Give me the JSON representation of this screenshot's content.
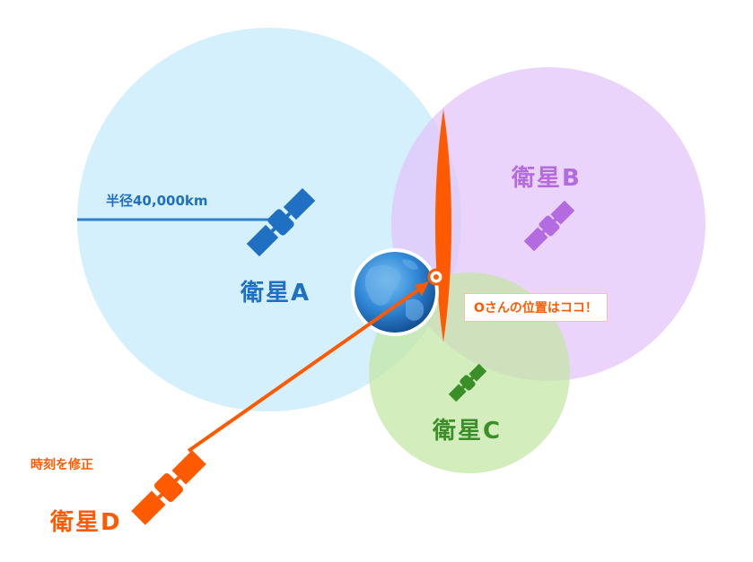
{
  "satellites": {
    "a": {
      "label": "衛星A",
      "color": "#1f6fc2",
      "icon": "satellite-icon"
    },
    "b": {
      "label": "衛星B",
      "color": "#b46ae0",
      "icon": "satellite-icon"
    },
    "c": {
      "label": "衛星C",
      "color": "#3a8f28",
      "icon": "satellite-icon"
    },
    "d": {
      "label": "衛星D",
      "color": "#ff5a00",
      "icon": "satellite-icon"
    }
  },
  "annotations": {
    "radius": "半径40,000km",
    "correct_time": "時刻を修正",
    "position": "Oさんの位置はココ！"
  },
  "colors": {
    "coverage_a": "#cfeefc",
    "coverage_b": "#e7c9fb",
    "coverage_c": "#cdebb4",
    "highlight": "#ff5a00",
    "radius_line": "#2f7fd0",
    "earth": "#2f86d6"
  }
}
